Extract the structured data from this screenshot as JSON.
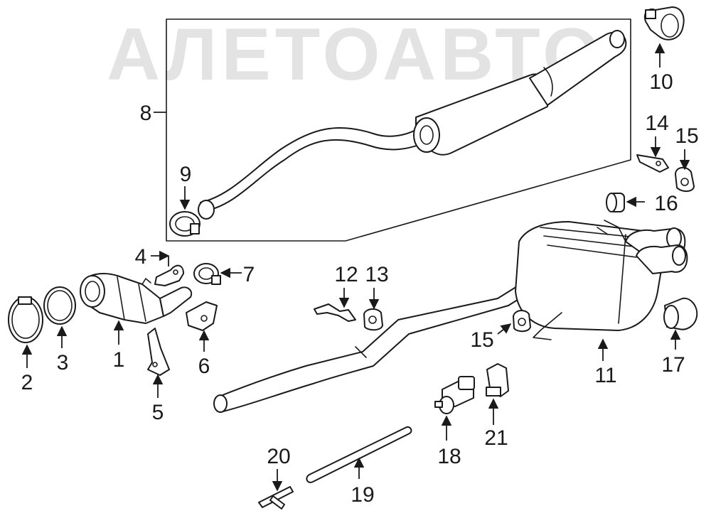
{
  "watermark": {
    "text": "АЛЕТОАВТО"
  },
  "callouts": {
    "c1": "1",
    "c2": "2",
    "c3": "3",
    "c4": "4",
    "c5": "5",
    "c6": "6",
    "c7": "7",
    "c8": "8",
    "c9": "9",
    "c10": "10",
    "c11": "11",
    "c12": "12",
    "c13": "13",
    "c14": "14",
    "c15a": "15",
    "c15b": "15",
    "c16": "16",
    "c17": "17",
    "c18": "18",
    "c19": "19",
    "c20": "20",
    "c21": "21"
  },
  "colors": {
    "line": "#1a1a1a",
    "watermark": "#e3e3e3",
    "background": "#ffffff"
  }
}
